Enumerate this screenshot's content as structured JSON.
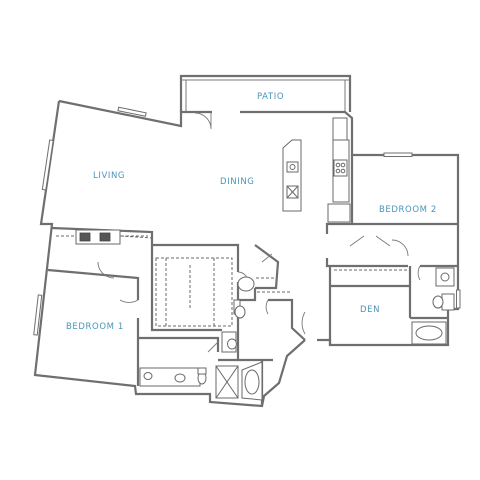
{
  "rooms": {
    "patio": "PATIO",
    "living": "LIVING",
    "dining": "DINING",
    "bedroom2": "BEDROOM 2",
    "bedroom1": "BEDROOM 1",
    "den": "DEN"
  },
  "colors": {
    "label": "#4a95b8",
    "wall": "#6f6f6f"
  }
}
